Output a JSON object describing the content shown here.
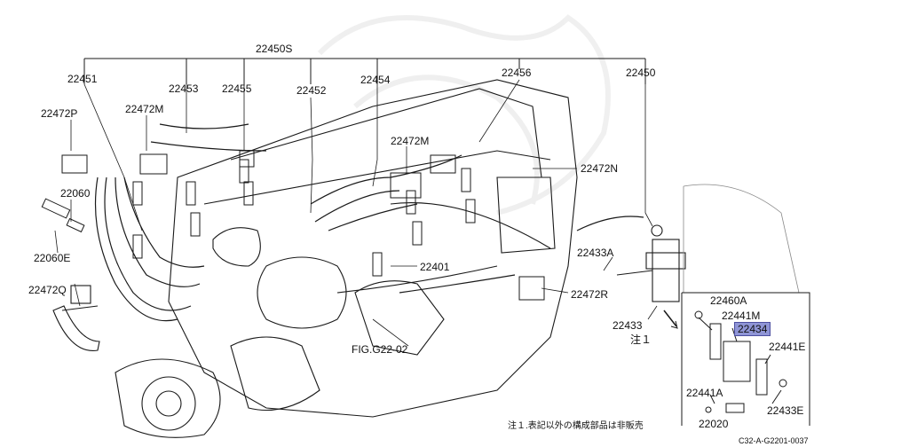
{
  "labels": {
    "p22450S": "22450S",
    "p22451": "22451",
    "p22453": "22453",
    "p22455": "22455",
    "p22452": "22452",
    "p22454": "22454",
    "p22456": "22456",
    "p22450": "22450",
    "p22472P": "22472P",
    "p22472M_left": "22472M",
    "p22472M_mid": "22472M",
    "p22472N": "22472N",
    "p22060": "22060",
    "p22060E": "22060E",
    "p22472Q": "22472Q",
    "p22433A": "22433A",
    "p22401": "22401",
    "p22472R": "22472R",
    "p22433": "22433",
    "note_ref": "注１",
    "fig_ref": "FIG.G22-02",
    "p22460A": "22460A",
    "p22441M": "22441M",
    "p22434": "22434",
    "p22441E": "22441E",
    "p22441A": "22441A",
    "p22020": "22020",
    "p22433E": "22433E"
  },
  "footnote": "注１.表記以外の構成部品は非販売",
  "diagram_code": "C32-A-G2201-0037",
  "colors": {
    "highlight": "#8f95d6",
    "line": "#1a1a1a"
  }
}
